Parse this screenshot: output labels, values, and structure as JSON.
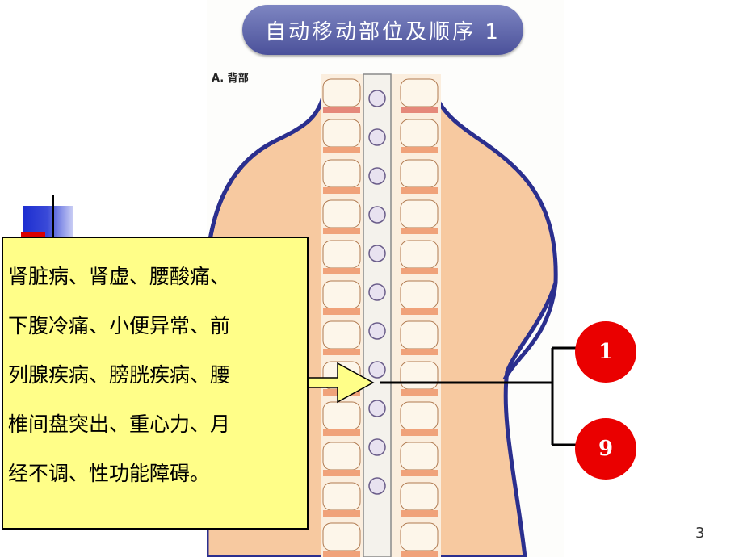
{
  "header": {
    "title": "自动移动部位及顺序 1"
  },
  "figure": {
    "section_label": "A. 背部"
  },
  "callout": {
    "lines": [
      "肾脏病、肾虚、腰酸痛、",
      "下腹冷痛、小便异常、前",
      "列腺疾病、膀胱疾病、腰",
      "椎间盘突出、重心力、月",
      "经不调、性功能障碍。"
    ]
  },
  "markers": {
    "start": "1",
    "end": "9"
  },
  "page": {
    "number": "3"
  },
  "colors": {
    "header": "#5a61a8",
    "callout": "#fffe88",
    "badge": "#ea0000",
    "body_outline": "#2b2f8e",
    "skin": "#f7c9a0"
  }
}
